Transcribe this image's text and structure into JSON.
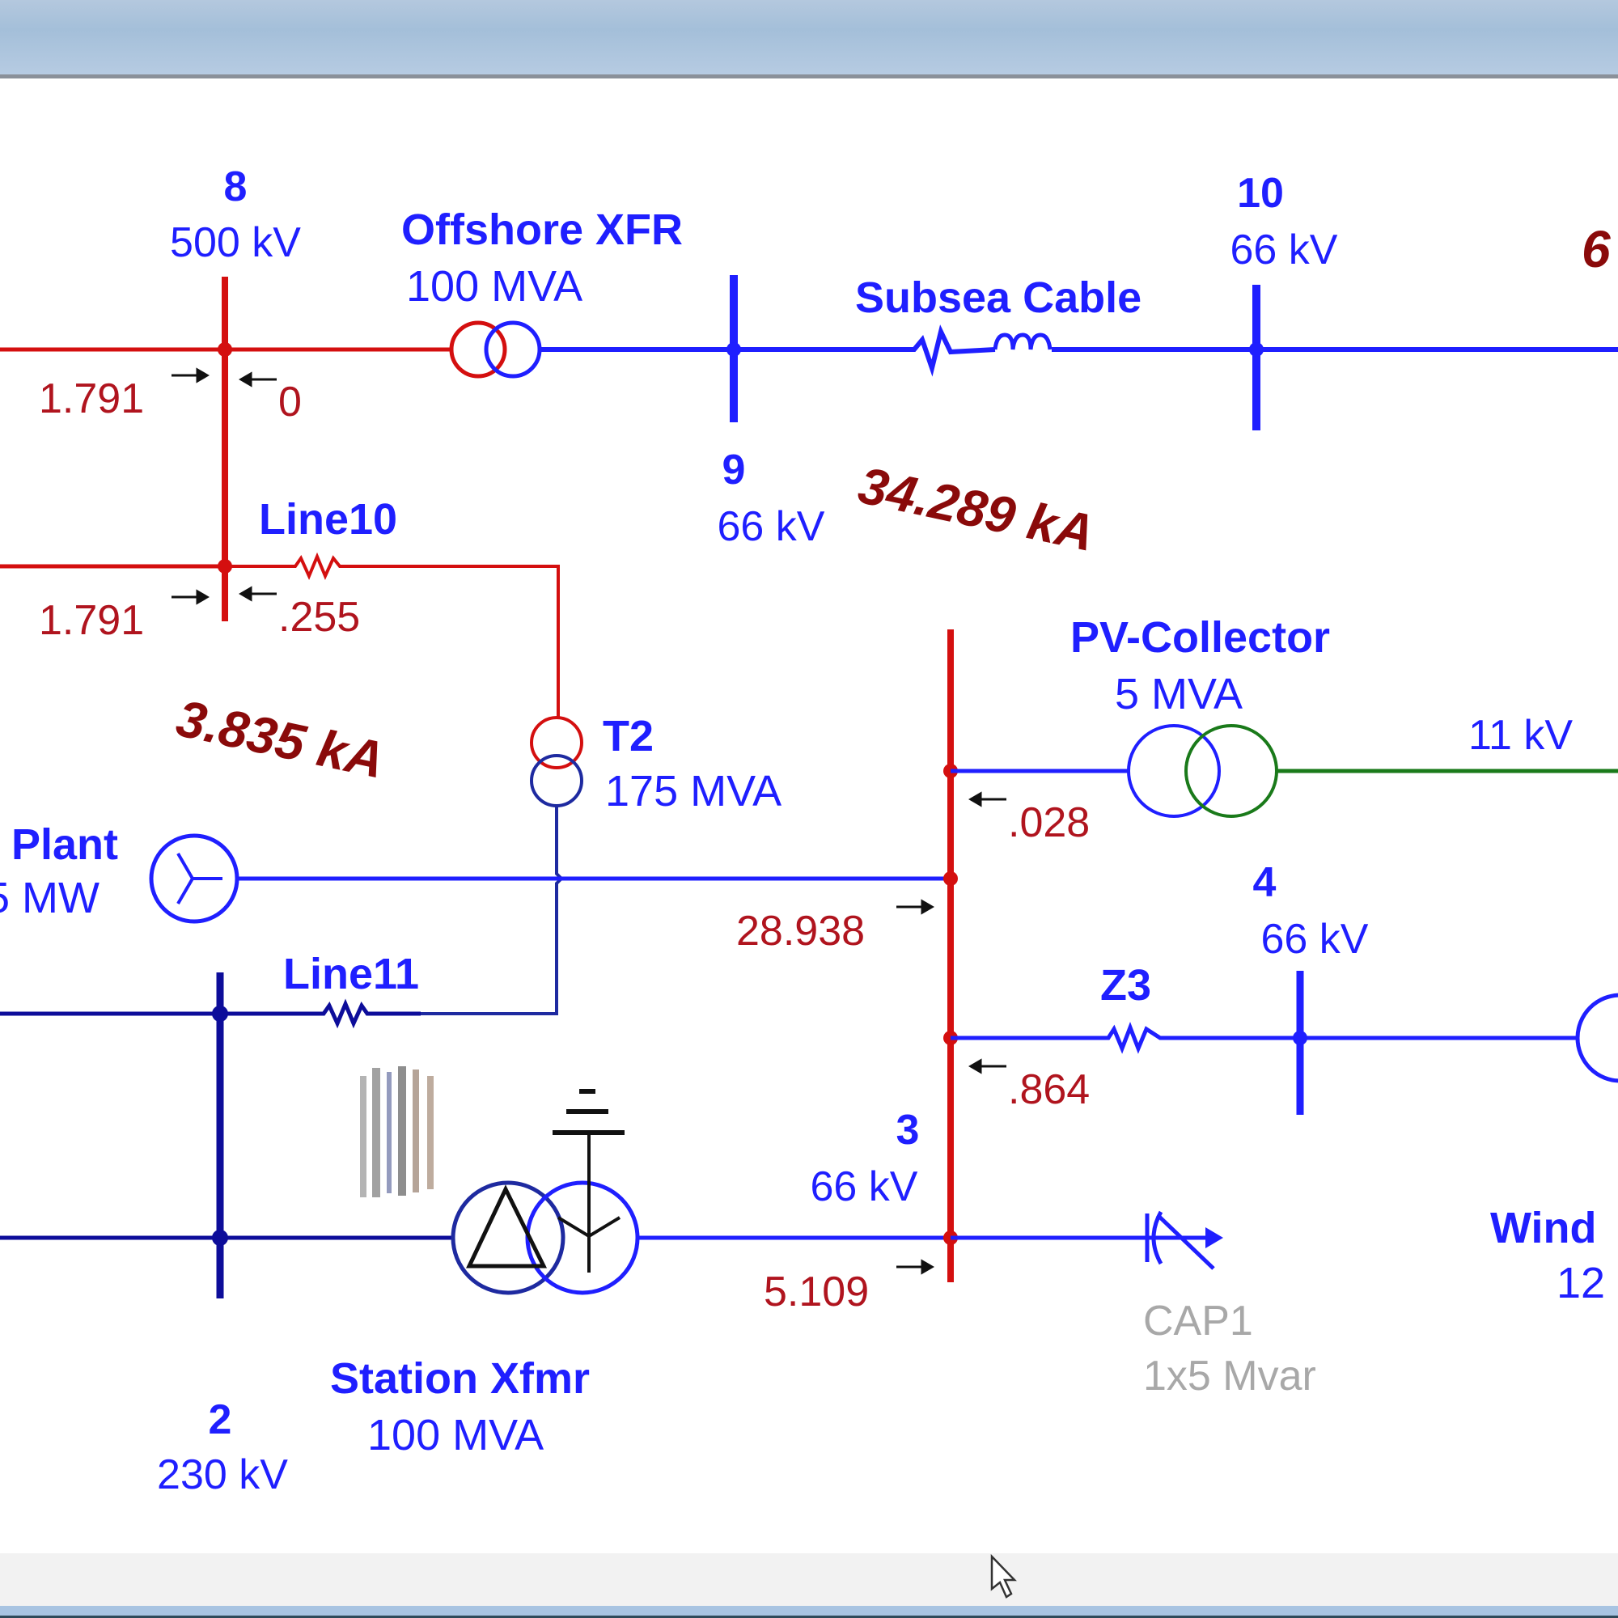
{
  "window": {
    "title": ""
  },
  "colors": {
    "faulted": "#d40f0f",
    "bus_66kv": "#1f1fff",
    "bus_230kv": "#0d0d9a",
    "bus_11kv": "#1a7a1a",
    "flow_text": "#b0141e",
    "fault_text": "#8a0a0a",
    "label_text": "#1f1fff",
    "disabled_text": "#a8a8a8"
  },
  "buses": {
    "bus8": {
      "name": "8",
      "kv": "500 kV"
    },
    "bus9": {
      "name": "9",
      "kv": "66 kV"
    },
    "bus10": {
      "name": "10",
      "kv": "66 kV"
    },
    "bus3": {
      "name": "3",
      "kv": "66 kV"
    },
    "bus4": {
      "name": "4",
      "kv": "66 kV"
    },
    "bus2": {
      "name": "2",
      "kv": "230 kV"
    },
    "pv_bus": {
      "kv": "11 kV"
    }
  },
  "equipment": {
    "offshore_xfr": {
      "name": "Offshore XFR",
      "rating": "100 MVA"
    },
    "subsea_cable": {
      "name": "Subsea Cable"
    },
    "line10": {
      "name": "Line10"
    },
    "line11": {
      "name": "Line11"
    },
    "t2": {
      "name": "T2",
      "rating": "175 MVA"
    },
    "pv_collector": {
      "name": "PV-Collector",
      "rating": "5 MVA"
    },
    "z3": {
      "name": "Z3"
    },
    "plant": {
      "name": "Plant",
      "rating": "5 MW"
    },
    "station_xfmr": {
      "name": "Station Xfmr",
      "rating": "100 MVA"
    },
    "cap1": {
      "name": "CAP1",
      "rating": "1x5 Mvar"
    },
    "wind": {
      "name": "Wind",
      "rating": "12"
    }
  },
  "flows": {
    "bus8_left_top": "1.791",
    "bus8_right_top": "0",
    "bus8_left_bottom": "1.791",
    "bus8_right_bottom": ".255",
    "bus3_pv": ".028",
    "bus3_plant": "28.938",
    "bus3_z3": ".864",
    "bus3_station": "5.109"
  },
  "fault_currents": {
    "bus8": "3.835 kA",
    "bus3": "34.289 kA",
    "right_edge": "6"
  }
}
